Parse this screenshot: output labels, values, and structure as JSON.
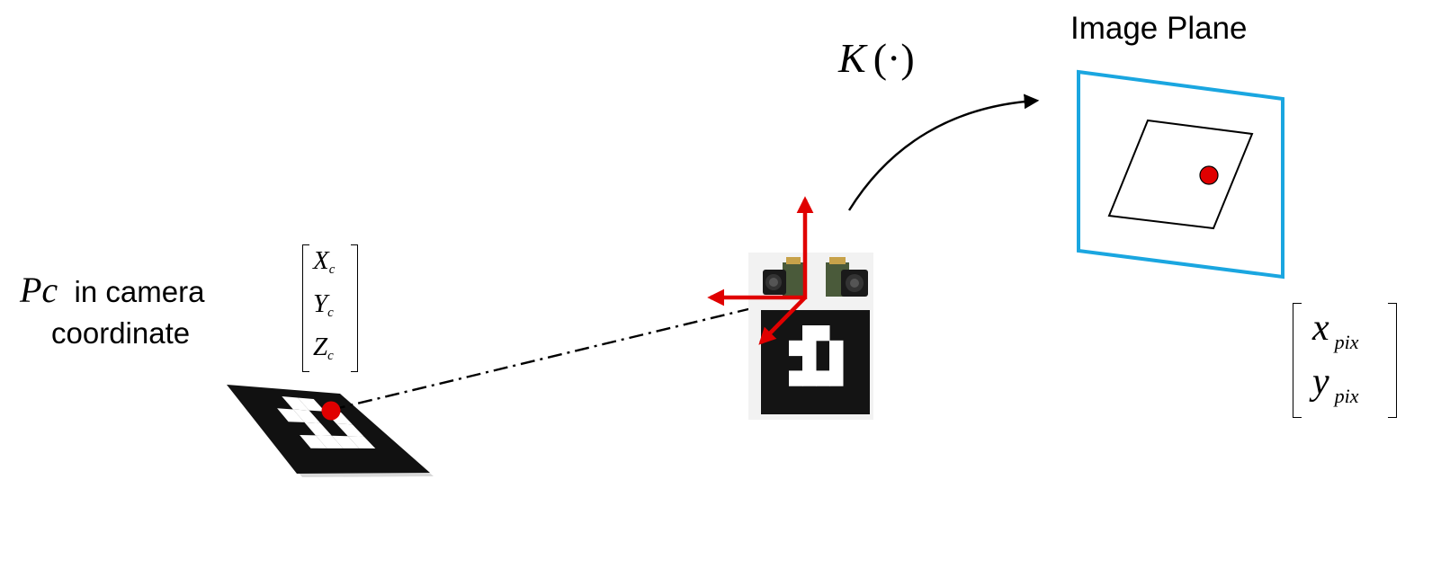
{
  "image_plane_label": "Image Plane",
  "projection_function": {
    "symbol": "K",
    "argument": "(·)"
  },
  "point_label": {
    "symbol": "Pc",
    "text_line1": "in camera",
    "text_line2": "coordinate"
  },
  "camera_vector": {
    "entries": [
      {
        "base": "X",
        "sub": "c"
      },
      {
        "base": "Y",
        "sub": "c"
      },
      {
        "base": "Z",
        "sub": "c"
      }
    ]
  },
  "pixel_vector": {
    "entries": [
      {
        "base": "x",
        "sub": "pix"
      },
      {
        "base": "y",
        "sub": "pix"
      }
    ]
  },
  "marker_cells": [
    [
      1,
      1,
      0,
      0,
      1,
      1
    ],
    [
      1,
      0,
      0,
      1,
      0,
      1
    ],
    [
      1,
      1,
      0,
      1,
      0,
      1
    ],
    [
      1,
      0,
      0,
      0,
      0,
      1
    ],
    [
      1,
      1,
      1,
      1,
      1,
      1
    ]
  ],
  "colors": {
    "image_plane": "#1aa6e0",
    "point": "#e00000",
    "axes": "#e00000",
    "marker": "#111111",
    "line": "#000000"
  }
}
